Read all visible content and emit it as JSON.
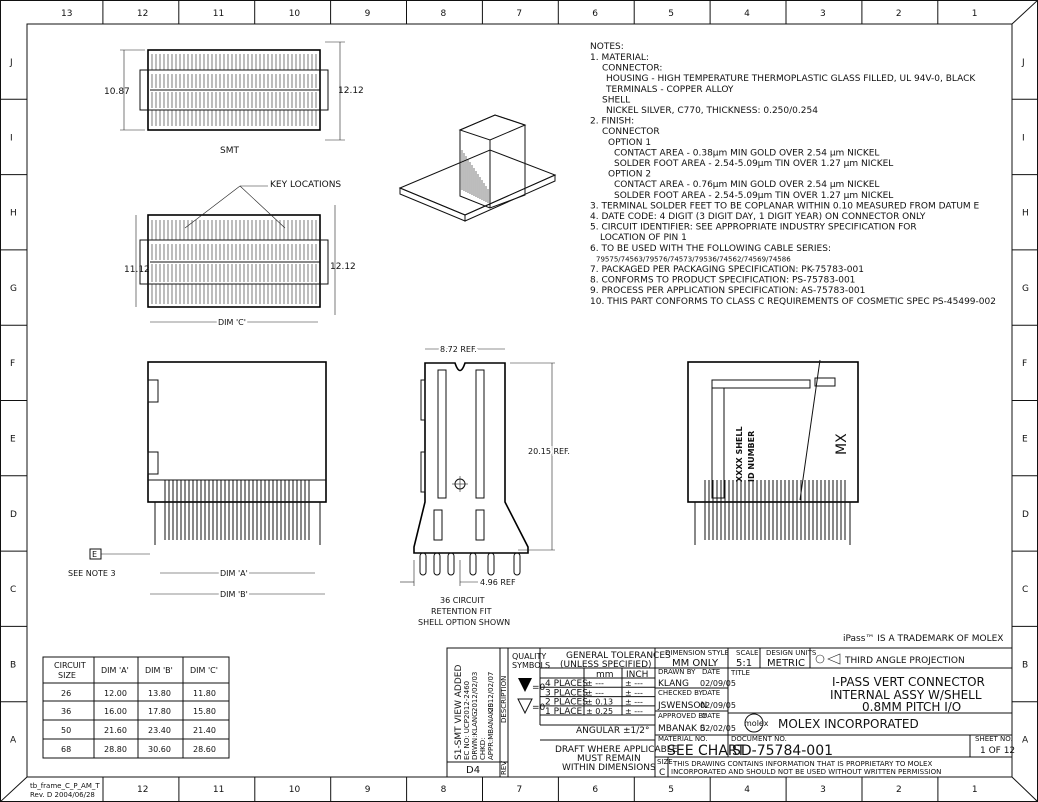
{
  "frame": {
    "columns_top": [
      "13",
      "12",
      "11",
      "10",
      "9",
      "8",
      "7",
      "6",
      "5",
      "4",
      "3",
      "2",
      "1"
    ],
    "columns_bottom": [
      "12",
      "11",
      "10",
      "9",
      "8",
      "7",
      "6",
      "5",
      "4",
      "3",
      "2",
      "1"
    ],
    "rows": [
      "J",
      "I",
      "H",
      "G",
      "F",
      "E",
      "D",
      "C",
      "B",
      "A"
    ],
    "frame_id": "tb_frame_C_P_AM_T",
    "frame_rev": "Rev. D 2004/06/28"
  },
  "notes": {
    "heading": "NOTES:",
    "lines": [
      "1. MATERIAL:",
      "CONNECTOR:",
      "HOUSING - HIGH TEMPERATURE THERMOPLASTIC GLASS FILLED, UL 94V-0, BLACK",
      "TERMINALS - COPPER ALLOY",
      "SHELL",
      "NICKEL SILVER, C770, THICKNESS: 0.250/0.254",
      "2. FINISH:",
      "CONNECTOR",
      "OPTION 1",
      "CONTACT AREA - 0.38μm MIN GOLD OVER 2.54 μm NICKEL",
      "SOLDER FOOT AREA - 2.54-5.09μm TIN OVER 1.27 μm NICKEL",
      "OPTION 2",
      "CONTACT AREA - 0.76μm MIN GOLD OVER 2.54 μm NICKEL",
      "SOLDER FOOT AREA - 2.54-5.09μm TIN OVER 1.27 μm NICKEL",
      "3. TERMINAL SOLDER FEET TO BE COPLANAR WITHIN 0.10 MEASURED FROM DATUM E",
      "4. DATE CODE: 4 DIGIT (3 DIGIT DAY, 1 DIGIT YEAR) ON CONNECTOR ONLY",
      "5. CIRCUIT IDENTIFIER: SEE APPROPRIATE INDUSTRY SPECIFICATION FOR",
      "LOCATION OF PIN 1",
      "6. TO BE USED WITH THE FOLLOWING CABLE SERIES:",
      "79575/74563/79576/74573/79536/74562/74569/74586",
      "7. PACKAGED PER PACKAGING SPECIFICATION: PK-75783-001",
      "8. CONFORMS TO PRODUCT SPECIFICATION: PS-75783-001",
      "9. PROCESS PER APPLICATION SPECIFICATION: AS-75783-001",
      "10. THIS PART CONFORMS TO CLASS C REQUIREMENTS OF COSMETIC SPEC PS-45499-002"
    ]
  },
  "views": {
    "smt_label": "SMT",
    "dim_1087": "10.87",
    "dim_1212_top": "12.12",
    "key_locations": "KEY LOCATIONS",
    "dim_1112": "11.12",
    "dim_1212_mid": "12.12",
    "dim_c": "DIM 'C'",
    "datum_e": "E",
    "see_note_3": "SEE NOTE 3",
    "dim_a": "DIM 'A'",
    "dim_b": "DIM 'B'",
    "ref_872": "8.72 REF.",
    "ref_2015": "20.15 REF.",
    "ref_496": "4.96 REF",
    "caption_1": "36 CIRCUIT",
    "caption_2": "RETENTION FIT",
    "caption_3": "SHELL OPTION SHOWN",
    "shell_id_1": "XXXX SHELL",
    "shell_id_2": "ID NUMBER",
    "mx_mark": "MX",
    "trademark": "iPass™ IS A TRADEMARK OF MOLEX"
  },
  "dim_table": {
    "headers": [
      "CIRCUIT SIZE",
      "DIM 'A'",
      "DIM 'B'",
      "DIM 'C'"
    ],
    "rows": [
      [
        "26",
        "12.00",
        "13.80",
        "11.80"
      ],
      [
        "36",
        "16.00",
        "17.80",
        "15.80"
      ],
      [
        "50",
        "21.60",
        "23.40",
        "21.40"
      ],
      [
        "68",
        "28.80",
        "30.60",
        "28.60"
      ]
    ]
  },
  "title_block": {
    "revision": {
      "desc": "S1-SMT VIEW ADDED",
      "ec": "EC NO: UCP2012-2460",
      "drwn": "DRWN:KLANG",
      "drwn_date": "2012/02/03",
      "chkd": "CHKD:",
      "appr": "APPR:MBANAKIS",
      "appr_date": "2012/02/07",
      "rev": "D4",
      "description_label": "DESCRIPTION",
      "rev_label": "REV"
    },
    "quality_label_1": "QUALITY",
    "quality_label_2": "SYMBOLS",
    "quality_sym_1": "=0",
    "quality_sym_2": "=0",
    "tol_header_1": "GENERAL TOLERANCES",
    "tol_header_2": "(UNLESS SPECIFIED)",
    "tol_mm": "mm",
    "tol_inch": "INCH",
    "tol_rows": [
      [
        "4 PLACES",
        "± ---",
        "± ---"
      ],
      [
        "3 PLACES",
        "± ---",
        "± ---"
      ],
      [
        "2 PLACES",
        "± 0.13",
        "± ---"
      ],
      [
        "1 PLACE",
        "± 0.25",
        "± ---"
      ]
    ],
    "angular": "ANGULAR ±1/2°",
    "draft_1": "DRAFT WHERE APPLICABLE",
    "draft_2": "MUST REMAIN",
    "draft_3": "WITHIN DIMENSIONS",
    "dim_style_label": "DIMENSION STYLE",
    "dim_style": "MM ONLY",
    "scale_label": "SCALE",
    "scale": "5:1",
    "units_label": "DESIGN UNITS",
    "units": "METRIC",
    "projection": "THIRD ANGLE PROJECTION",
    "drawn_label": "DRAWN BY",
    "drawn_by": "KLANG",
    "drawn_date": "02/09/05",
    "checked_label": "CHECKED BY",
    "checked_by": "JSWENSON",
    "checked_date": "02/09/05",
    "approved_label": "APPROVED BY",
    "approved_by": "MBANAK S",
    "approved_date": "02/02/05",
    "date_label": "DATE",
    "title_label": "TITLE",
    "title_1": "I-PASS VERT CONNECTOR",
    "title_2": "INTERNAL ASSY W/SHELL",
    "title_3": "0.8MM PITCH I/O",
    "logo": "molex",
    "company": "MOLEX INCORPORATED",
    "material_label": "MATERIAL NO.",
    "material": "SEE CHART",
    "document_label": "DOCUMENT NO.",
    "document": "SD-75784-001",
    "sheet_label": "SHEET NO.",
    "sheet": "1 OF 12",
    "size_label": "SIZE",
    "size": "C",
    "proprietary_1": "THIS DRAWING CONTAINS INFORMATION THAT IS PROPRIETARY TO MOLEX",
    "proprietary_2": "INCORPORATED AND SHOULD NOT BE USED WITHOUT WRITTEN PERMISSION"
  }
}
